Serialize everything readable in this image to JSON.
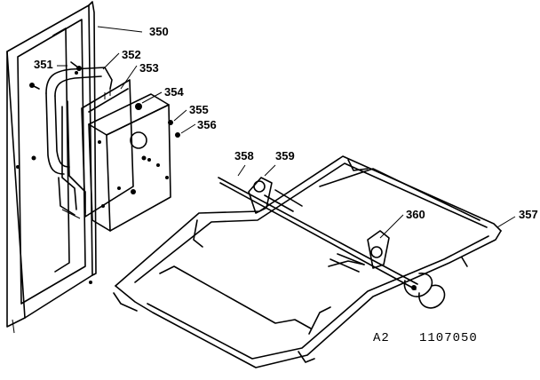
{
  "labels": {
    "p350": "350",
    "p351": "351",
    "p352": "352",
    "p353": "353",
    "p354": "354",
    "p355": "355",
    "p356": "356",
    "p357": "357",
    "p358": "358",
    "p359": "359",
    "p360": "360"
  },
  "footer": {
    "code_left": "A2",
    "code_right": "1107050"
  }
}
